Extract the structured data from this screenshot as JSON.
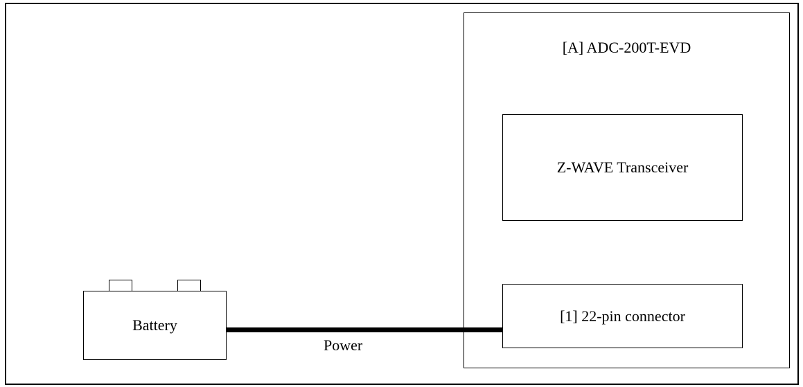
{
  "device": {
    "title": "[A] ADC-200T-EVD",
    "transceiver_label": "Z-WAVE Transceiver",
    "connector_label": "[1] 22-pin connector"
  },
  "battery": {
    "label": "Battery"
  },
  "wire": {
    "label": "Power"
  }
}
